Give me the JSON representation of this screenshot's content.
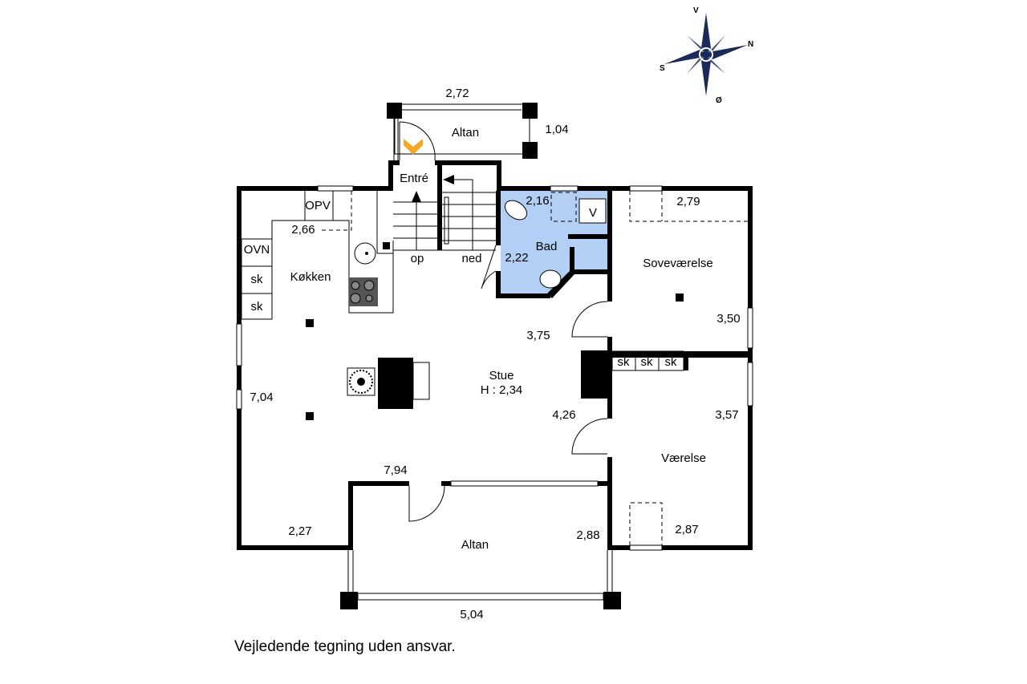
{
  "rooms": {
    "altan_top": "Altan",
    "entre": "Entré",
    "kokken": "Køkken",
    "bad": "Bad",
    "sovevaerelse": "Soveværelse",
    "stue": "Stue",
    "stue_height": "H : 2,34",
    "vaerelse": "Værelse",
    "altan_bottom": "Altan"
  },
  "fixtures": {
    "opv": "OPV",
    "ovn": "OVN",
    "sk": "sk",
    "v": "V",
    "stair_up": "op",
    "stair_down": "ned"
  },
  "dimensions": {
    "altan_top_width": "2,72",
    "altan_top_depth": "1,04",
    "kokken_width": "2,66",
    "bad_width": "2,16",
    "bad_depth": "2,22",
    "sove_width": "2,79",
    "sove_depth": "3,50",
    "stue_a": "3,75",
    "stue_b": "4,26",
    "stue_length": "7,04",
    "stue_width": "7,94",
    "stue_c": "2,27",
    "altan_bottom_depth": "2,88",
    "altan_bottom_width": "5,04",
    "vaerelse_depth": "3,57",
    "vaerelse_width": "2,87"
  },
  "compass": {
    "north": "N",
    "south": "S",
    "west": "V",
    "east": "Ø"
  },
  "colors": {
    "bathroom": "#b3cff5",
    "entrance_marker": "#f5a623"
  },
  "disclaimer": "Vejledende tegning uden ansvar."
}
